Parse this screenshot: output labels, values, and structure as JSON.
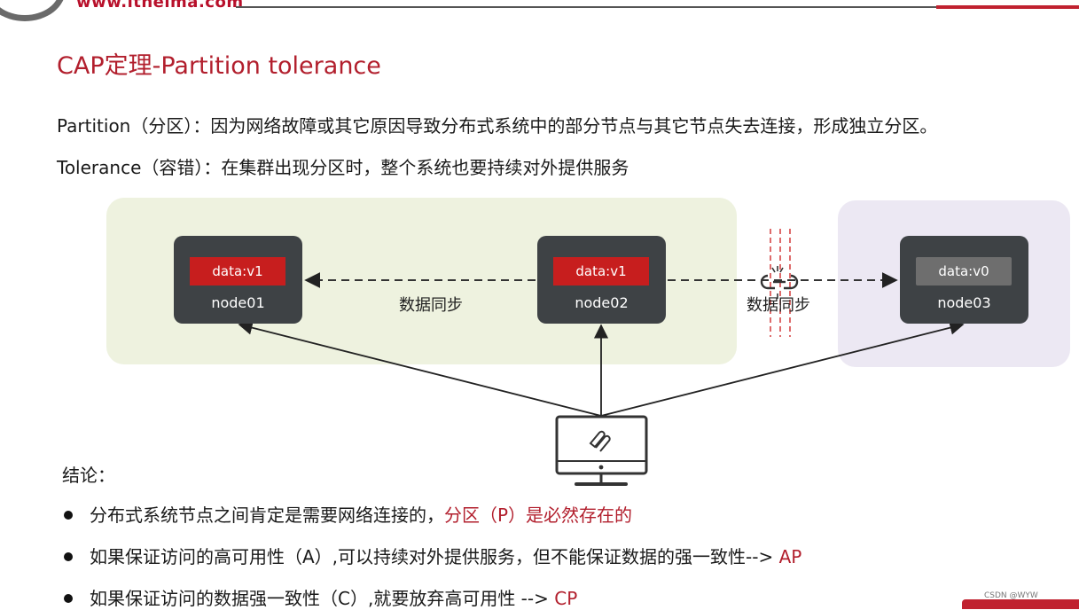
{
  "header": {
    "site_url": "www.itheima.com"
  },
  "title": "CAP定理-Partition tolerance",
  "definitions": {
    "partition": "Partition（分区）：因为网络故障或其它原因导致分布式系统中的部分节点与其它节点失去连接，形成独立分区。",
    "tolerance": "Tolerance（容错）：在集群出现分区时，整个系统也要持续对外提供服务"
  },
  "diagram": {
    "nodes": [
      {
        "name": "node01",
        "data": "data:v1"
      },
      {
        "name": "node02",
        "data": "data:v1"
      },
      {
        "name": "node03",
        "data": "data:v0"
      }
    ],
    "sync_label_1": "数据同步",
    "sync_label_2": "数据同步",
    "icons": [
      "broken-link-icon",
      "monitor-icon",
      "pen-icon"
    ],
    "colors": {
      "title_red": "#b21f2d",
      "badge_red": "#c71e1e",
      "badge_stale": "#6e6e6e",
      "node_bg": "#3e4245",
      "zone_main": "#eef2df",
      "zone_isolated": "#ece8f3"
    }
  },
  "conclusion": {
    "label": "结论：",
    "bullets": [
      {
        "text": "分布式系统节点之间肯定是需要网络连接的，",
        "highlight": "分区（P）是必然存在的"
      },
      {
        "text": "如果保证访问的高可用性（A）,可以持续对外提供服务，但不能保证数据的强一致性--> ",
        "highlight": "AP"
      },
      {
        "text": "如果保证访问的数据强一致性（C）,就要放弃高可用性   --> ",
        "highlight": "CP"
      }
    ]
  },
  "watermark": "CSDN @WYW"
}
